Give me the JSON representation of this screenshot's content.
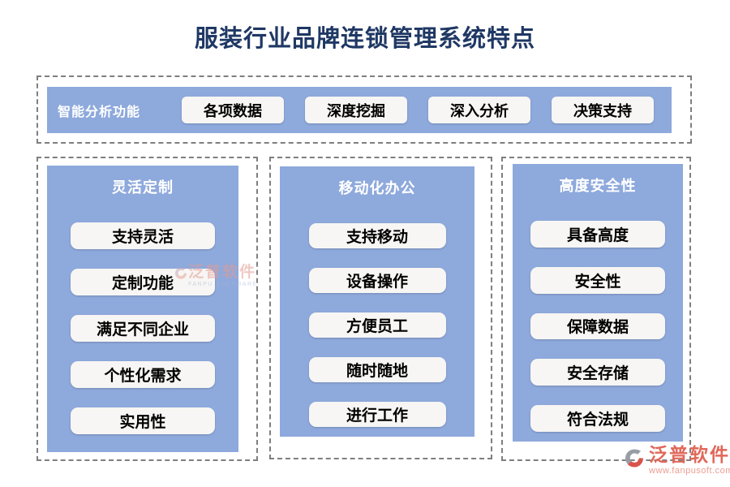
{
  "title": "服装行业品牌连锁管理系统特点",
  "colors": {
    "panel_blue": "#8EA9DC",
    "title_navy": "#1F3864",
    "dash_gray": "#7F7F7F",
    "pill_bg": "#F7F6F4",
    "logo_red": "#E0685A"
  },
  "top_section": {
    "label": "智能分析功能",
    "buttons": [
      "各项数据",
      "深度挖掘",
      "深入分析",
      "决策支持"
    ]
  },
  "columns": [
    {
      "header": "灵活定制",
      "items": [
        "支持灵活",
        "定制功能",
        "满足不同企业",
        "个性化需求",
        "实用性"
      ]
    },
    {
      "header": "移动化办公",
      "items": [
        "支持移动",
        "设备操作",
        "方便员工",
        "随时随地",
        "进行工作"
      ]
    },
    {
      "header": "高度安全性",
      "items": [
        "具备高度",
        "安全性",
        "保障数据",
        "安全存储",
        "符合法规"
      ]
    }
  ],
  "watermark": {
    "text": "泛普软件",
    "subtext": "FANPU SOFTWARE"
  },
  "footer_logo": {
    "text": "泛普软件",
    "url": "www.fanpusoft.com"
  }
}
